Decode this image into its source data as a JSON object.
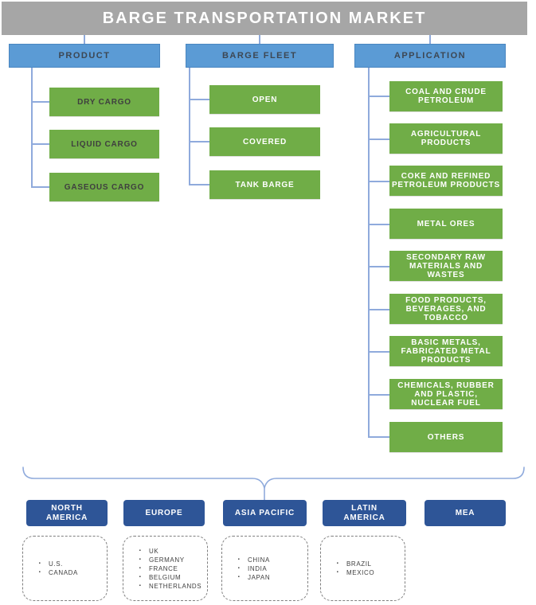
{
  "header": {
    "title": "BARGE TRANSPORTATION MARKET"
  },
  "colors": {
    "header_bg": "#a6a6a6",
    "category_bg": "#5b9bd5",
    "item_bg": "#70ad47",
    "region_bg": "#2e5597",
    "connector": "#8faadc"
  },
  "columns": [
    {
      "label": "PRODUCT",
      "items": [
        "DRY CARGO",
        "LIQUID CARGO",
        "GASEOUS CARGO"
      ]
    },
    {
      "label": "BARGE FLEET",
      "items": [
        "OPEN",
        "COVERED",
        "TANK BARGE"
      ]
    },
    {
      "label": "APPLICATION",
      "items": [
        "COAL AND CRUDE\nPETROLEUM",
        "AGRICULTURAL\nPRODUCTS",
        "COKE AND REFINED\nPETROLEUM PRODUCTS",
        "METAL ORES",
        "SECONDARY RAW\nMATERIALS AND\nWASTES",
        "FOOD PRODUCTS,\nBEVERAGES, AND\nTOBACCO",
        "BASIC METALS,\nFABRICATED METAL\nPRODUCTS",
        "CHEMICALS, RUBBER\nAND PLASTIC,\nNUCLEAR FUEL",
        "OTHERS"
      ]
    }
  ],
  "regions": [
    {
      "label": "NORTH\nAMERICA",
      "countries": [
        "U.S.",
        "CANADA"
      ]
    },
    {
      "label": "EUROPE",
      "countries": [
        "UK",
        "GERMANY",
        "FRANCE",
        "BELGIUM",
        "NETHERLANDS"
      ]
    },
    {
      "label": "ASIA PACIFIC",
      "countries": [
        "CHINA",
        "INDIA",
        "JAPAN"
      ]
    },
    {
      "label": "LATIN\nAMERICA",
      "countries": [
        "BRAZIL",
        "MEXICO"
      ]
    },
    {
      "label": "MEA",
      "countries": []
    }
  ]
}
